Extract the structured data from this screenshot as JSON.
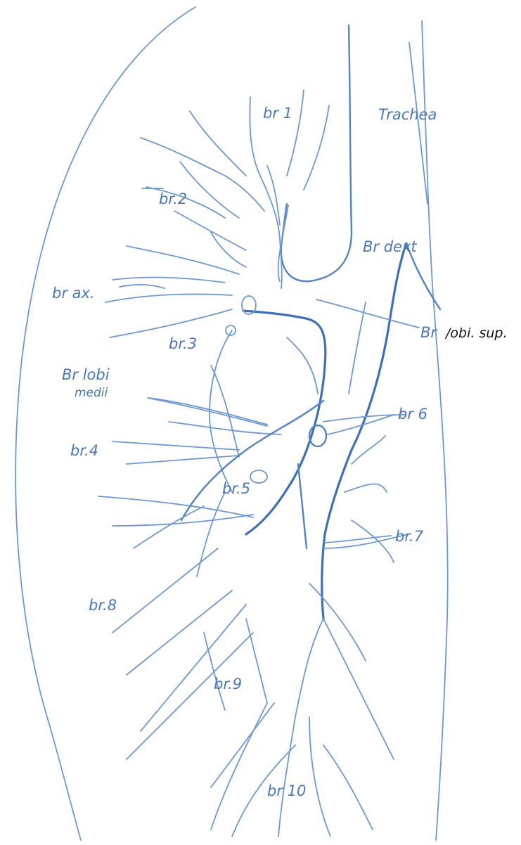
{
  "labels": {
    "br1": "br 1",
    "trachea": "Trachea",
    "br2": "br.2",
    "br_dext": "Br dext",
    "br_ax": "br ax.",
    "br_lobi_sup_prefix": "Br",
    "br_lobi_sup_suffix": "/obi. sup.",
    "br3": "br.3",
    "br_lobi_medii_1": "Br lobi",
    "br_lobi_medii_2": "medii",
    "br6": "br 6",
    "br4": "br.4",
    "br5": "br.5",
    "br7": "br.7",
    "br8": "br.8",
    "br9": "br.9",
    "br10": "br 10"
  },
  "colors": {
    "line": "#6f98cf",
    "line_dark": "#3f70b4",
    "label": "#4a78b8",
    "background": "#ffffff"
  }
}
